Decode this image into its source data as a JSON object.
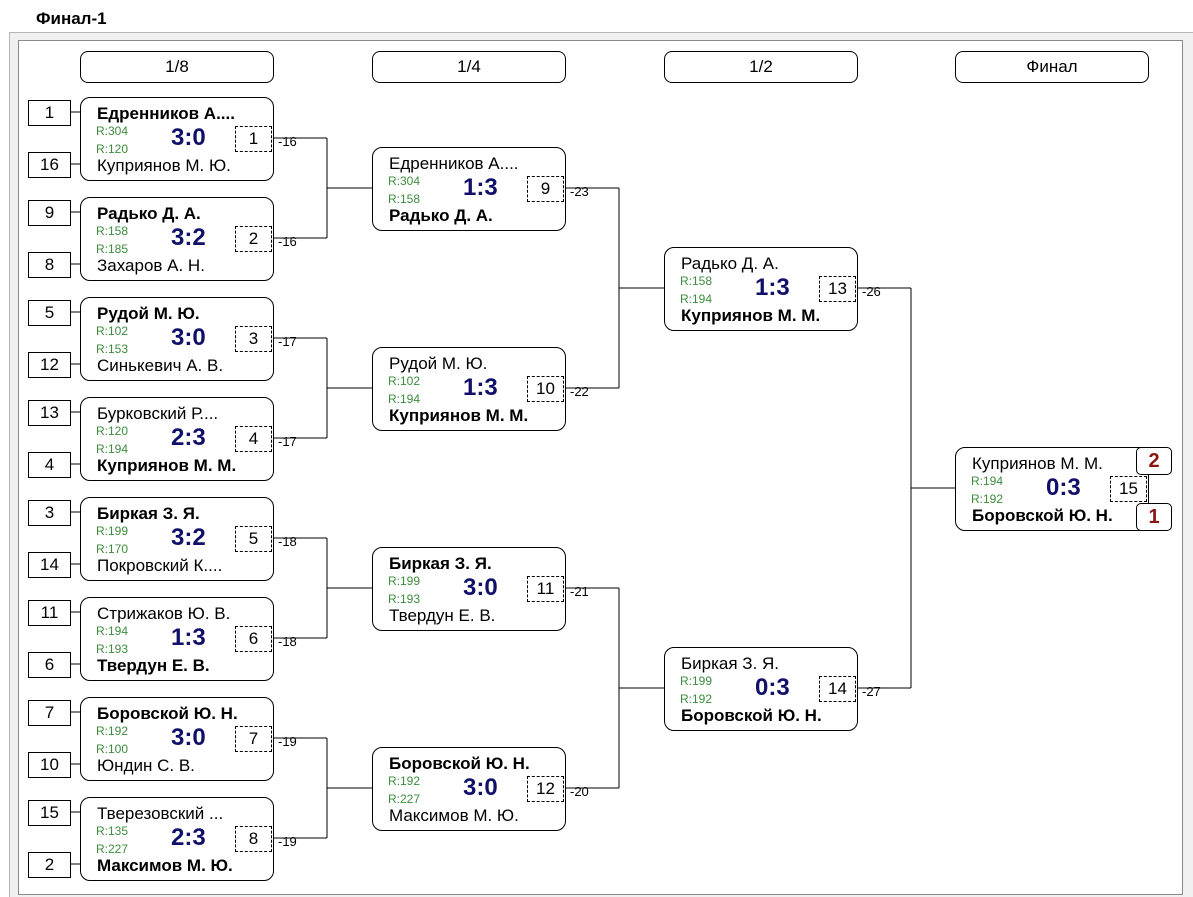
{
  "title": "Финал-1",
  "rounds": [
    "1/8",
    "1/4",
    "1/2",
    "Финал"
  ],
  "seeds": [
    "1",
    "16",
    "9",
    "8",
    "5",
    "12",
    "13",
    "4",
    "3",
    "14",
    "11",
    "6",
    "7",
    "10",
    "15",
    "2"
  ],
  "matches": [
    {
      "p1": "Едренников А....",
      "p2": "Куприянов М. Ю.",
      "r1": "R:304",
      "r2": "R:120",
      "score": "3:0",
      "num": "1",
      "winner": 1,
      "loser": "-16"
    },
    {
      "p1": "Радько Д. А.",
      "p2": "Захаров А. Н.",
      "r1": "R:158",
      "r2": "R:185",
      "score": "3:2",
      "num": "2",
      "winner": 1,
      "loser": "-16"
    },
    {
      "p1": "Рудой М. Ю.",
      "p2": "Синькевич А. В.",
      "r1": "R:102",
      "r2": "R:153",
      "score": "3:0",
      "num": "3",
      "winner": 1,
      "loser": "-17"
    },
    {
      "p1": "Бурковский Р....",
      "p2": "Куприянов М. М.",
      "r1": "R:120",
      "r2": "R:194",
      "score": "2:3",
      "num": "4",
      "winner": 2,
      "loser": "-17"
    },
    {
      "p1": "Биркая З. Я.",
      "p2": "Покровский К....",
      "r1": "R:199",
      "r2": "R:170",
      "score": "3:2",
      "num": "5",
      "winner": 1,
      "loser": "-18"
    },
    {
      "p1": "Стрижаков Ю. В.",
      "p2": "Твердун Е. В.",
      "r1": "R:194",
      "r2": "R:193",
      "score": "1:3",
      "num": "6",
      "winner": 2,
      "loser": "-18"
    },
    {
      "p1": "Боровской Ю. Н.",
      "p2": "Юндин С. В.",
      "r1": "R:192",
      "r2": "R:100",
      "score": "3:0",
      "num": "7",
      "winner": 1,
      "loser": "-19"
    },
    {
      "p1": "Тверезовский ...",
      "p2": "Максимов М. Ю.",
      "r1": "R:135",
      "r2": "R:227",
      "score": "2:3",
      "num": "8",
      "winner": 2,
      "loser": "-19"
    },
    {
      "p1": "Едренников А....",
      "p2": "Радько Д. А.",
      "r1": "R:304",
      "r2": "R:158",
      "score": "1:3",
      "num": "9",
      "winner": 2,
      "loser": "-23"
    },
    {
      "p1": "Рудой М. Ю.",
      "p2": "Куприянов М. М.",
      "r1": "R:102",
      "r2": "R:194",
      "score": "1:3",
      "num": "10",
      "winner": 2,
      "loser": "-22"
    },
    {
      "p1": "Биркая З. Я.",
      "p2": "Твердун Е. В.",
      "r1": "R:199",
      "r2": "R:193",
      "score": "3:0",
      "num": "11",
      "winner": 1,
      "loser": "-21"
    },
    {
      "p1": "Боровской Ю. Н.",
      "p2": "Максимов М. Ю.",
      "r1": "R:192",
      "r2": "R:227",
      "score": "3:0",
      "num": "12",
      "winner": 1,
      "loser": "-20"
    },
    {
      "p1": "Радько Д. А.",
      "p2": "Куприянов М. М.",
      "r1": "R:158",
      "r2": "R:194",
      "score": "1:3",
      "num": "13",
      "winner": 2,
      "loser": "-26"
    },
    {
      "p1": "Биркая З. Я.",
      "p2": "Боровской Ю. Н.",
      "r1": "R:199",
      "r2": "R:192",
      "score": "0:3",
      "num": "14",
      "winner": 2,
      "loser": "-27"
    },
    {
      "p1": "Куприянов М. М.",
      "p2": "Боровской Ю. Н.",
      "r1": "R:194",
      "r2": "R:192",
      "score": "0:3",
      "num": "15",
      "winner": 2,
      "loser": ""
    }
  ],
  "final_places": [
    "2",
    "1"
  ]
}
